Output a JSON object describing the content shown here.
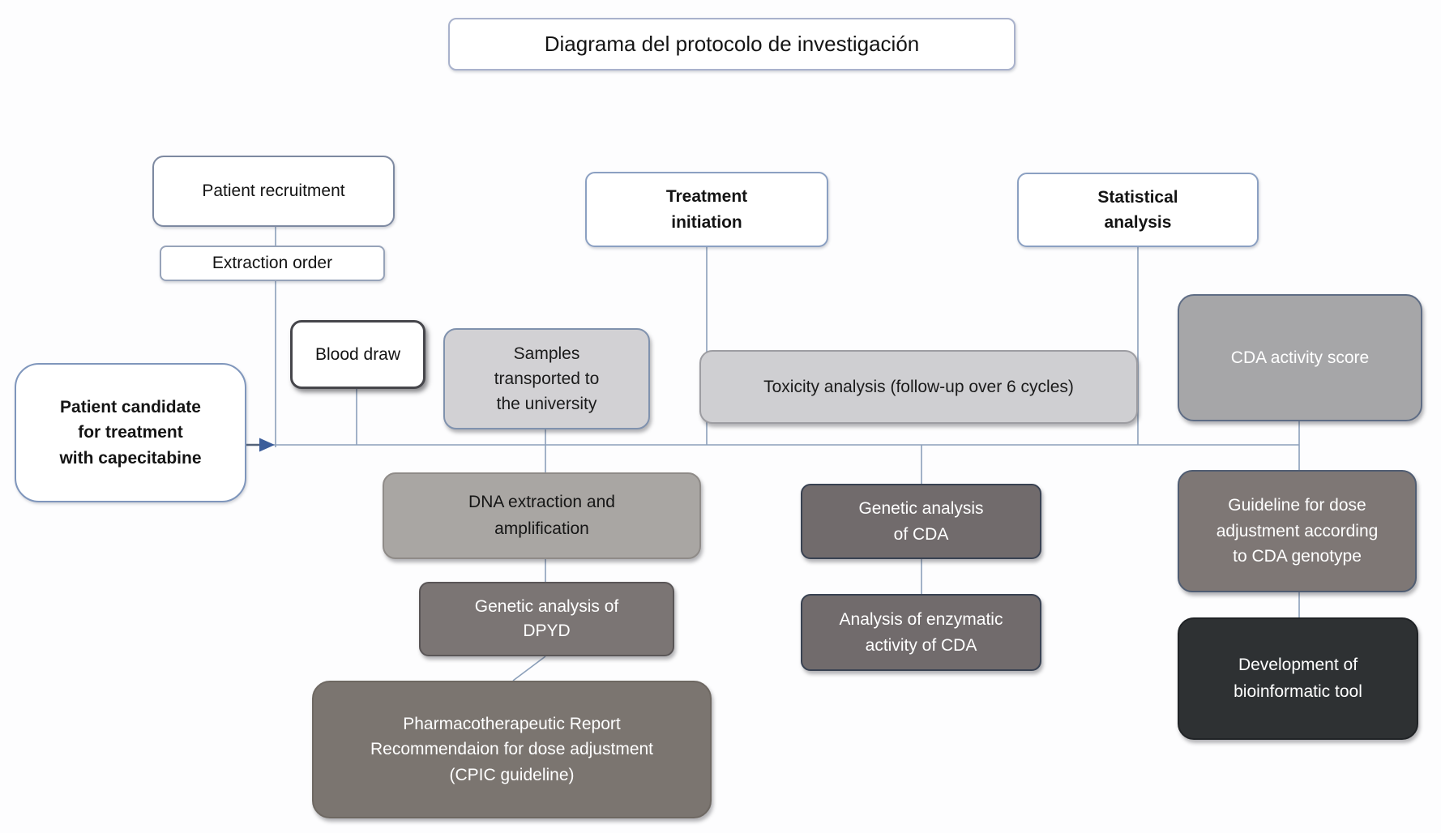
{
  "diagram": {
    "kind": "research-protocol-flowchart",
    "connector_color": "#8ca0ba",
    "arrow_color": "#3b5d9a",
    "nodes": {
      "title": {
        "label": "Diagrama del protocolo de investigación",
        "bg": "#ffffff",
        "fg": "#141414",
        "border": "#a9b2cc"
      },
      "recruitment": {
        "label": "Patient recruitment",
        "bg": "#ffffff",
        "fg": "#141414",
        "border": "#7d89a1"
      },
      "extraction": {
        "label": "Extraction order",
        "bg": "#ffffff",
        "fg": "#141414",
        "border": "#97a3b9"
      },
      "blood": {
        "label": "Blood draw",
        "bg": "#ffffff",
        "fg": "#141414",
        "border": "#46464b"
      },
      "candidate": {
        "label": "Patient candidate\nfor treatment\nwith capecitabine",
        "bg": "#ffffff",
        "fg": "#141414",
        "border": "#7f96bc"
      },
      "samples": {
        "label": "Samples\ntransported to\nthe university",
        "bg": "#d2d1d4",
        "fg": "#1b1b1b",
        "border": "#8092ae"
      },
      "treatment": {
        "label": "Treatment\ninitiation",
        "bg": "#ffffff",
        "fg": "#141414",
        "border": "#8ba0c2"
      },
      "toxicity": {
        "label": "Toxicity analysis (follow-up over 6 cycles)",
        "bg": "#cfcfd2",
        "fg": "#1b1b1b",
        "border": "#9d9da2"
      },
      "statistical": {
        "label": "Statistical\nanalysis",
        "bg": "#ffffff",
        "fg": "#141414",
        "border": "#8ba0c2"
      },
      "cda_score": {
        "label": "CDA activity score",
        "bg": "#a6a6a8",
        "fg": "#ffffff",
        "border": "#5f6d85"
      },
      "dna": {
        "label": "DNA extraction and\namplification",
        "bg": "#a9a6a3",
        "fg": "#161616",
        "border": "#8f8b88"
      },
      "dpyd": {
        "label": "Genetic analysis of\nDPYD",
        "bg": "#7b7574",
        "fg": "#ffffff",
        "border": "#5a5657"
      },
      "pharma": {
        "label": "Pharmacotherapeutic Report\nRecommendaion for dose adjustment\n(CPIC guideline)",
        "bg": "#7b7570",
        "fg": "#ffffff",
        "border": "#6e6862"
      },
      "genetic_cda": {
        "label": "Genetic analysis\nof CDA",
        "bg": "#716b6c",
        "fg": "#ffffff",
        "border": "#394252"
      },
      "enzymatic": {
        "label": "Analysis of enzymatic\nactivity of CDA",
        "bg": "#716b6c",
        "fg": "#ffffff",
        "border": "#394252"
      },
      "guideline": {
        "label": "Guideline for dose\nadjustment according\nto CDA genotype",
        "bg": "#7e7775",
        "fg": "#ffffff",
        "border": "#505d72"
      },
      "development": {
        "label": "Development of\nbioinformatic tool",
        "bg": "#2e3133",
        "fg": "#ffffff",
        "border": "#202326"
      }
    }
  }
}
